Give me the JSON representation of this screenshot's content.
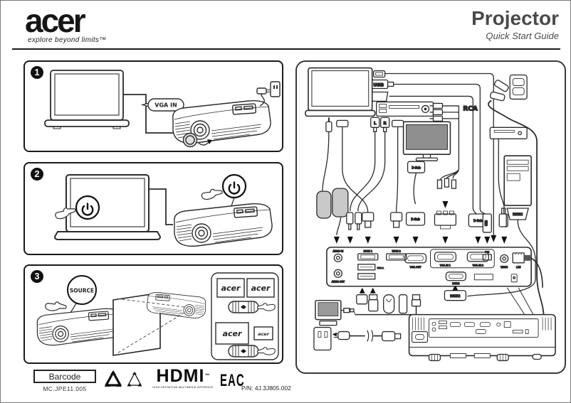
{
  "header": {
    "brand": "acer",
    "tagline": "explore beyond limits™",
    "title": "Projector",
    "subtitle": "Quick Start Guide"
  },
  "steps": [
    {
      "number": "1",
      "vga_label": "VGA IN"
    },
    {
      "number": "2"
    },
    {
      "number": "3",
      "source_label": "SOURCE",
      "panel_logos": [
        "acer",
        "acer",
        "acer",
        "acer"
      ]
    }
  ],
  "diagram": {
    "labels": {
      "usb": "USB",
      "rca": "RCA",
      "l": "L",
      "r": "R",
      "d_sub": "D-Sub",
      "rs232": "RS232"
    },
    "ports": {
      "audio_in": "AUDIO IN",
      "audio_out": "AUDIO OUT",
      "hdmi_1": "HDMI 1",
      "hdmi_2": "HDMI 2",
      "usb_a": "USB A",
      "vga_out": "VGA OUT",
      "vga_in_1": "VGA IN 1",
      "vga_in_2": "VGA IN 2",
      "rs232": "RS232",
      "mini_usb": "USB",
      "video": "VIDEO",
      "lan": "LAN"
    }
  },
  "footer": {
    "barcode_label": "Barcode",
    "model_number": "MC.JPE11.005",
    "hdmi_logo": "HDMI",
    "hdmi_tm": "™",
    "hdmi_subtitle": "HIGH-DEFINITION MULTIMEDIA INTERFACE",
    "eac_logo": "EAC",
    "part_number": "P/N: 4J.3J805.002"
  }
}
